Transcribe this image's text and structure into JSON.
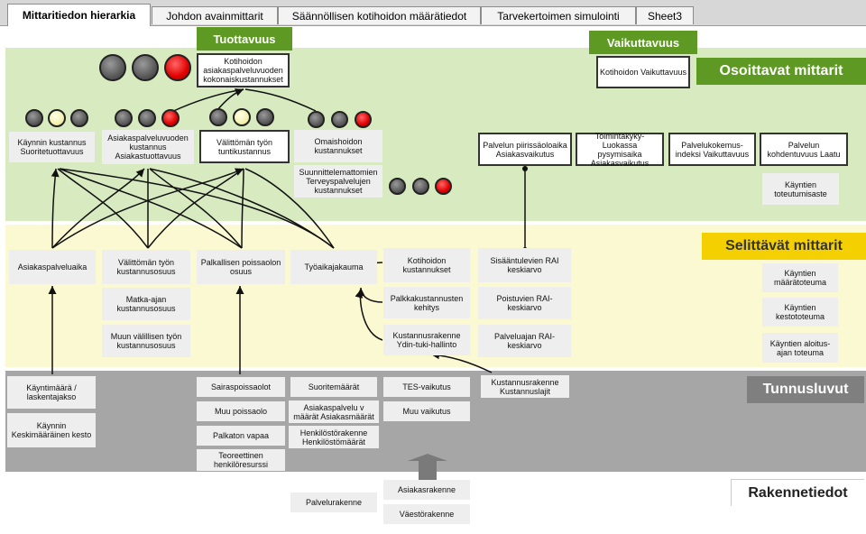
{
  "tabs": [
    {
      "label": "Mittaritiedon hierarkia",
      "active": true
    },
    {
      "label": "Johdon avainmittarit"
    },
    {
      "label": "Säännöllisen kotihoidon määrätiedot"
    },
    {
      "label": "Tarvekertoimen simulointi"
    },
    {
      "label": "Sheet3"
    }
  ],
  "headers": {
    "tuottavuus": "Tuottavuus",
    "vaikuttavuus": "Vaikuttavuus",
    "osoittavat": "Osoittavat mittarit",
    "selittavat": "Selittävät mittarit",
    "tunnusluvut": "Tunnusluvut",
    "rakennetiedot": "Rakennetiedot"
  },
  "colors": {
    "green_band": "#d7eac0",
    "yellow_band": "#fbf9d2",
    "grey_band": "#a6a6a6",
    "green_header": "#5e9a23",
    "yellow_header": "#f5d000",
    "grey_header": "#7f7f7f",
    "light_red": "#e00000",
    "light_yellow": "#f4f2b0",
    "light_grey": "#555555"
  },
  "boxes": {
    "kokonaiskustannukset": "Kotihoidon asiakaspalveluvuoden kokonaiskustannukset",
    "vaikuttavuus_box": "Kotihoidon Vaikuttavuus",
    "kaynnin_kustannus": "Käynnin kustannus Suoritetuottavuus",
    "asiakaspalveluvuoden": "Asiakaspalveluvuoden kustannus Asiakastuottavuus",
    "valittoman_tuntikustannus": "Välittömän työn tuntikustannus",
    "omaishoidon": "Omaishoidon kustannukset",
    "suunnittelemattomien": "Suunnittelemattomien Terveyspalvelujen kustannukset",
    "piirissaoloaika": "Palvelun piirissäoloaika Asiakasvaikutus",
    "toimintakyky": "Toimintakyky-Luokassa pysymisaika Asiakasvaikutus",
    "palvelukokemus": "Palvelukokemus-indeksi Vaikuttavuus",
    "kohdentuvuus": "Palvelun kohdentuvuus Laatu",
    "toteutumisaste": "Käyntien toteutumisaste",
    "asiakaspalveluaika": "Asiakaspalveluaika",
    "valittoman_kustannusosuus": "Välittömän työn kustannusosuus",
    "matka_ajan": "Matka-ajan kustannusosuus",
    "muun_valillisen": "Muun välillisen työn kustannusosuus",
    "palkallisen_poissaolon": "Palkallisen poissaolon osuus",
    "tyoaikajakauma": "Työaikajakauma",
    "kotihoidon_kustannukset": "Kotihoidon kustannukset",
    "palkkakustannusten": "Palkkakustannusten kehitys",
    "kustannusrakenne_ydin": "Kustannusrakenne Ydin-tuki-hallinto",
    "sisaantulevien": "Sisääntulevien RAI keskiarvo",
    "poistuvien": "Poistuvien RAI-keskiarvo",
    "palveluajan": "Palveluajan RAI-keskiarvo",
    "maaratoteuma": "Käyntien määrätoteuma",
    "kestototeuma": "Käyntien kestototeuma",
    "aloitusajan": "Käyntien aloitus-ajan toteuma",
    "kayntimaara": "Käyntimäärä / laskentajakso",
    "keskimaarainen": "Käynnin Keskimääräinen kesto",
    "sairaspoissaolot": "Sairaspoissaolot",
    "muu_poissaolo": "Muu poissaolo",
    "palkaton_vapaa": "Palkaton vapaa",
    "teoreettinen": "Teoreettinen henkilöresurssi",
    "suoritemaarat": "Suoritemäärät",
    "asiakasmaarat": "Asiakaspalvelu v määrät Asiakasmäärät",
    "henkilostorakenne": "Henkilöstörakenne Henkilöstömäärät",
    "tes_vaikutus": "TES-vaikutus",
    "muu_vaikutus": "Muu vaikutus",
    "kustannuslajit": "Kustannusrakenne Kustannuslajit",
    "palvelurakenne": "Palvelurakenne",
    "asiakasrakenne": "Asiakasrakenne",
    "vaestorakenne": "Väestörakenne"
  }
}
